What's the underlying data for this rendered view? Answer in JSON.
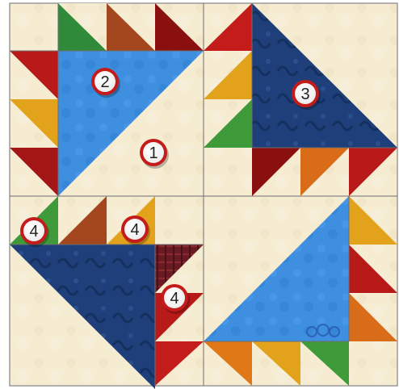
{
  "block": {
    "badges": [
      {
        "id": "badge-1",
        "label": "1"
      },
      {
        "id": "badge-2",
        "label": "2"
      },
      {
        "id": "badge-3",
        "label": "3"
      },
      {
        "id": "badge-4a",
        "label": "4"
      },
      {
        "id": "badge-4b",
        "label": "4"
      },
      {
        "id": "badge-4c",
        "label": "4"
      }
    ],
    "colors": {
      "background_cream": "#f5ecd2",
      "light_blue": "#3f8fe0",
      "navy": "#1e3f7a",
      "red": "#b81a1a",
      "dark_red": "#8a1010",
      "green": "#3f9a3a",
      "gold": "#e3a21c",
      "orange": "#d86c18",
      "rust": "#a4461e",
      "plaid": "#6a1a22",
      "grid_line": "#6e6e6e"
    }
  }
}
